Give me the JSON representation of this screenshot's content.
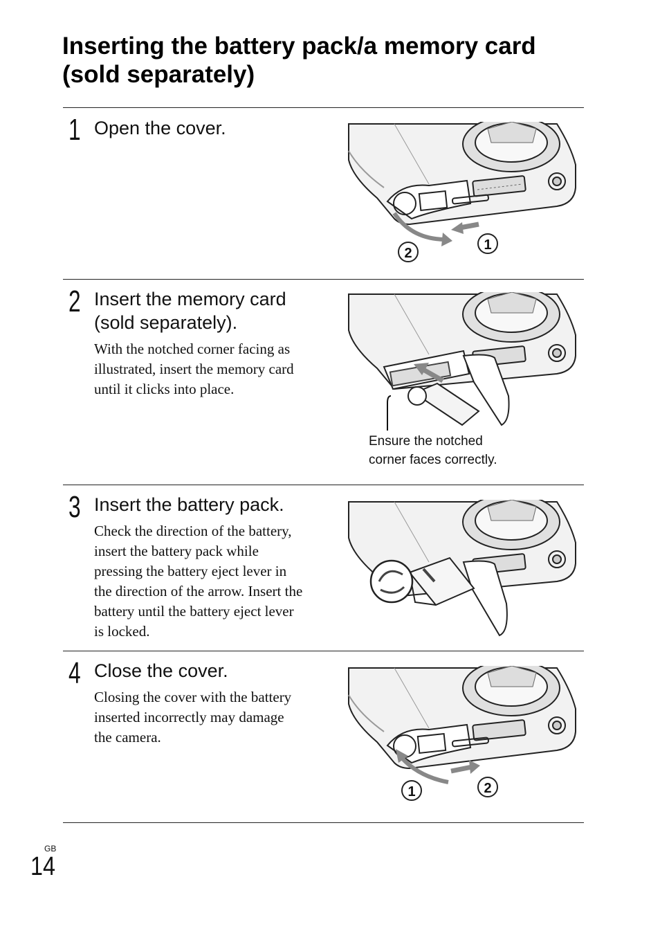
{
  "page": {
    "title_lines": [
      "Inserting the battery pack/a memory card",
      "(sold separately)"
    ],
    "region_label": "GB",
    "page_number": "14"
  },
  "steps": [
    {
      "number": "1",
      "heading_lines": [
        "Open the cover."
      ],
      "body_lines": [],
      "callouts": [
        "1",
        "2"
      ]
    },
    {
      "number": "2",
      "heading_lines": [
        "Insert the memory card",
        "(sold separately)."
      ],
      "body_lines": [
        "With the notched corner facing as",
        "illustrated, insert the memory card",
        "until it clicks into place."
      ],
      "caption_lines": [
        "Ensure the notched",
        "corner faces correctly."
      ]
    },
    {
      "number": "3",
      "heading_lines": [
        "Insert the battery pack."
      ],
      "body_lines": [
        "Check the direction of the battery,",
        "insert the battery pack while",
        "pressing the battery eject lever in",
        "the direction of the arrow. Insert the",
        "battery until the battery eject lever",
        "is locked."
      ]
    },
    {
      "number": "4",
      "heading_lines": [
        "Close the cover."
      ],
      "body_lines": [
        "Closing the cover with the battery",
        "inserted incorrectly may damage",
        "the camera."
      ],
      "callouts": [
        "1",
        "2"
      ]
    }
  ]
}
